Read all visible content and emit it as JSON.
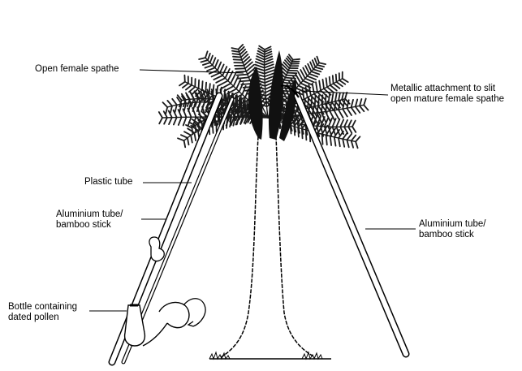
{
  "labels": {
    "open_female_spathe": "Open female spathe",
    "metallic_attachment": [
      "Metallic attachment to slit",
      "open mature female spathe"
    ],
    "plastic_tube": "Plastic tube",
    "aluminium_tube_left": [
      "Aluminium tube/",
      "bamboo stick"
    ],
    "aluminium_tube_right": [
      "Aluminium tube/",
      "bamboo stick"
    ],
    "bottle": [
      "Bottle containing",
      "dated pollen"
    ]
  },
  "colors": {
    "ink": "#000000",
    "background": "#ffffff",
    "leaf": "#1a1a1a"
  }
}
